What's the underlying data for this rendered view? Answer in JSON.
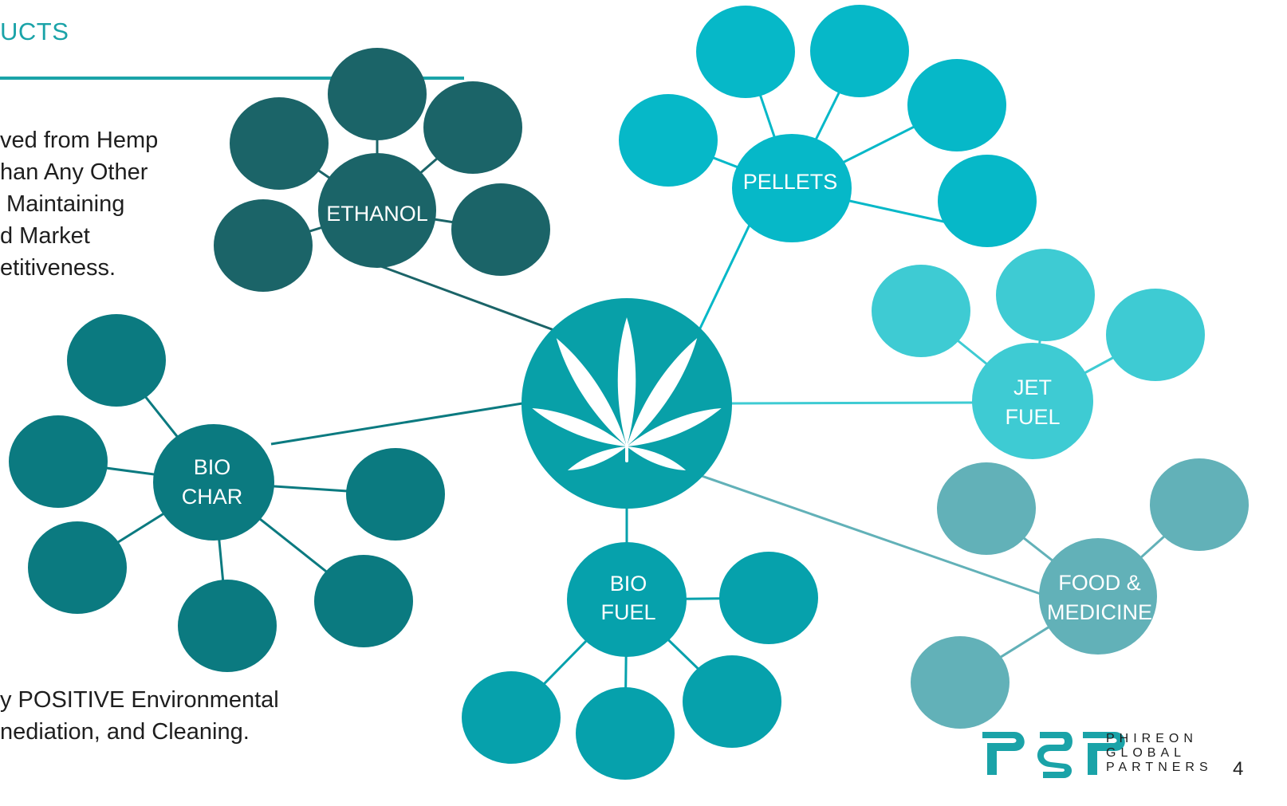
{
  "slide": {
    "title": "UCTS",
    "text_top": "ved from Hemp\nhan Any Other\n Maintaining\nd Market\netitiveness.",
    "text_bottom": "y POSITIVE Environmental\nnediation, and Cleaning.",
    "page_number": "4"
  },
  "logo": {
    "mark": "PGP",
    "line1": "PHIREON",
    "line2": "GLOBAL",
    "line3": "PARTNERS"
  },
  "diagram": {
    "center": {
      "icon": "hemp-leaf-icon"
    },
    "hubs": {
      "ethanol": "ETHANOL",
      "pellets": "PELLETS",
      "jet_fuel_1": "JET",
      "jet_fuel_2": "FUEL",
      "bio_char_1": "BIO",
      "bio_char_2": "CHAR",
      "bio_fuel_1": "BIO",
      "bio_fuel_2": "FUEL",
      "food_medicine_1": "FOOD &",
      "food_medicine_2": "MEDICINE"
    }
  },
  "colors": {
    "accent": "#1aa3a8",
    "ethanol": "#1b6468",
    "pellets": "#06b8c8",
    "jet_fuel": "#3ecbd3",
    "bio_char": "#0b7a80",
    "bio_fuel": "#06a1ac",
    "food_medicine": "#62b1b8",
    "center": "#08a0a8"
  }
}
